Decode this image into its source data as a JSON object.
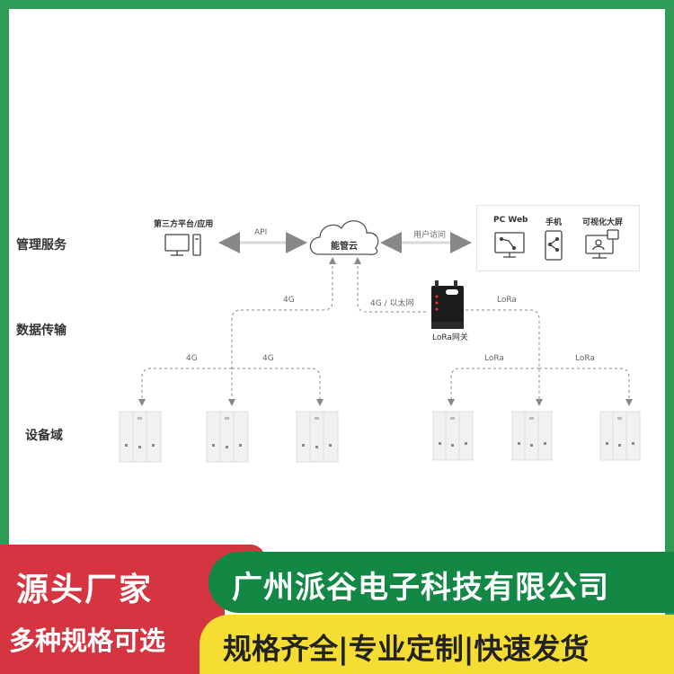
{
  "diagram": {
    "sections": {
      "management": "管理服务",
      "transmission": "数据传输",
      "device_domain": "设备域"
    },
    "third_party_label": "第三方平台/应用",
    "api_label": "API",
    "cloud_label": "能管云",
    "user_access_label": "用户访问",
    "access_items": [
      "PC Web",
      "手机",
      "可视化大屏"
    ],
    "link_4g": "4G",
    "link_4g_ethernet": "4G / 以太网",
    "link_lora": "LoRa",
    "gateway_label": "LoRa网关"
  },
  "banner": {
    "left_line1": "源头厂家",
    "left_line2": "多种规格可选",
    "company": "广州派谷电子科技有限公司",
    "slogan": "规格齐全|专业定制|快速发货"
  },
  "colors": {
    "frame_green": "#2e9b57",
    "banner_red": "#d43540",
    "banner_green": "#138844",
    "banner_yellow": "#f5dd33"
  }
}
